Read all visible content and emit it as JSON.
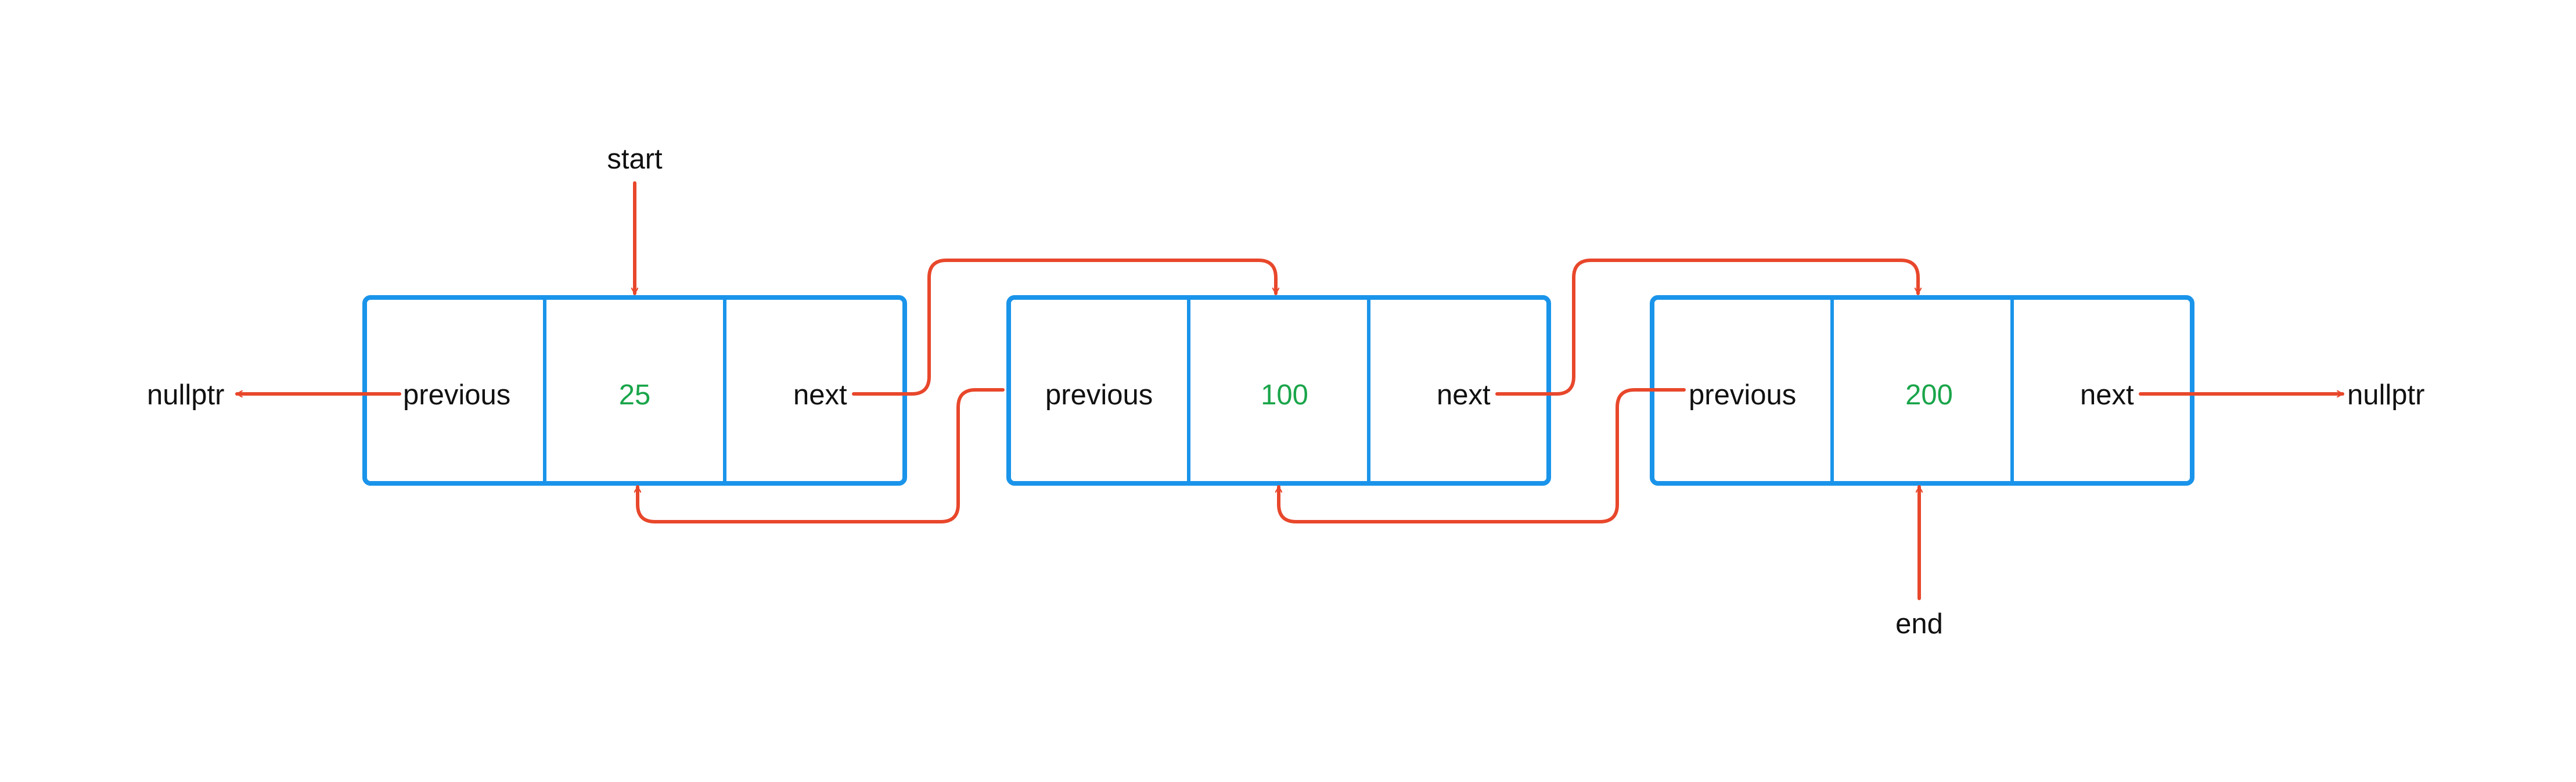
{
  "colors": {
    "node_border": "#1a94ea",
    "arrow": "#e8472b",
    "value_text": "#1aa54a",
    "label_text": "#111111"
  },
  "nodes": [
    {
      "previous_label": "previous",
      "value": "25",
      "next_label": "next"
    },
    {
      "previous_label": "previous",
      "value": "100",
      "next_label": "next"
    },
    {
      "previous_label": "previous",
      "value": "200",
      "next_label": "next"
    }
  ],
  "pointers": {
    "start": "start",
    "end": "end",
    "left_null": "nullptr",
    "right_null": "nullptr"
  }
}
